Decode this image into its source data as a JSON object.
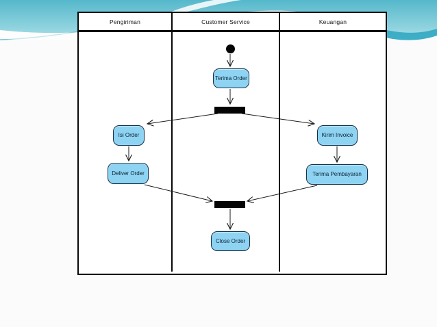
{
  "slide": {
    "kind": "activity-diagram-slide",
    "background_color": "#fbfbfb"
  },
  "decoration": {
    "teal_top": "#55b8cb",
    "teal_light": "#a9dfe7",
    "teal_accent": "#33a7c2",
    "wave_color": "#ffffff"
  },
  "diagram": {
    "lanes": [
      {
        "label": "Pengiriman"
      },
      {
        "label": "Customer Service"
      },
      {
        "label": "Keuangan"
      }
    ],
    "nodes": {
      "initial": {
        "type": "initial-node"
      },
      "terima_order": {
        "label": "Terima Order",
        "lane": "Customer Service"
      },
      "fork": {
        "type": "fork-bar"
      },
      "isi_order": {
        "label": "Isi Order",
        "lane": "Pengiriman"
      },
      "kirim_invoice": {
        "label": "Kirim Invoice",
        "lane": "Keuangan"
      },
      "deliver_order": {
        "label": "Deliver Order",
        "lane": "Pengiriman"
      },
      "terima_pembayaran": {
        "label": "Terima Pembayaran",
        "lane": "Keuangan"
      },
      "join": {
        "type": "join-bar"
      },
      "close_order": {
        "label": "Close Order",
        "lane": "Customer Service"
      }
    },
    "edges": [
      {
        "from": "initial",
        "to": "terima_order"
      },
      {
        "from": "terima_order",
        "to": "fork"
      },
      {
        "from": "fork",
        "to": "isi_order"
      },
      {
        "from": "fork",
        "to": "kirim_invoice"
      },
      {
        "from": "isi_order",
        "to": "deliver_order"
      },
      {
        "from": "kirim_invoice",
        "to": "terima_pembayaran"
      },
      {
        "from": "deliver_order",
        "to": "join"
      },
      {
        "from": "terima_pembayaran",
        "to": "join"
      },
      {
        "from": "join",
        "to": "close_order"
      }
    ],
    "colors": {
      "activity_fill": "#8ed3f2",
      "activity_border": "#16324a",
      "activity_text": "#0d2235",
      "bar_fill": "#000000",
      "lane_border": "#000000",
      "edge_color": "#1a1a1a"
    }
  }
}
